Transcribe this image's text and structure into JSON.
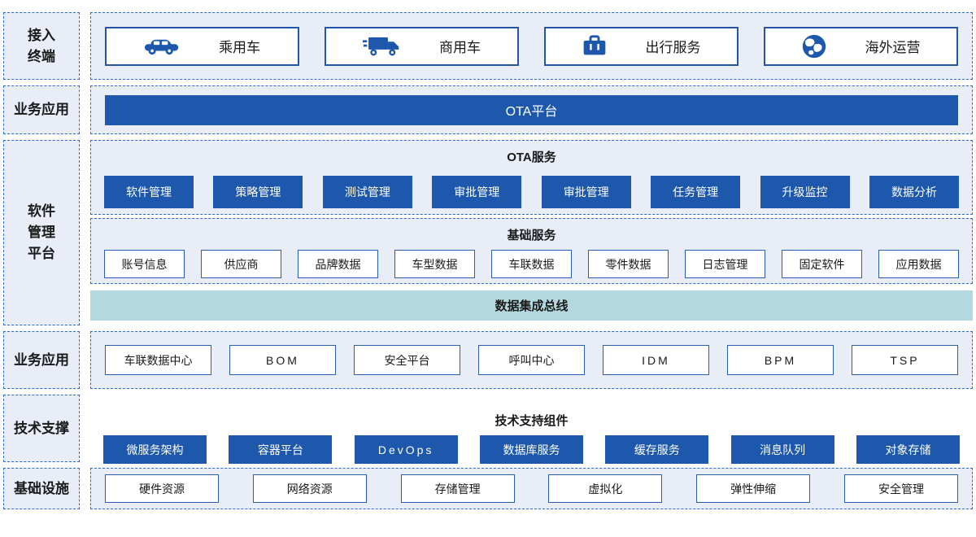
{
  "colors": {
    "dashed_border": "#2e6bd0",
    "panel_bg": "#e8edf8",
    "solid_blue": "#1d58ad",
    "bus_bg": "#b3d9df"
  },
  "access": {
    "label_lines": [
      "接入",
      "终端"
    ],
    "cards": [
      {
        "icon": "car-icon",
        "label": "乘用车"
      },
      {
        "icon": "truck-icon",
        "label": "商用车"
      },
      {
        "icon": "briefcase-icon",
        "label": "出行服务"
      },
      {
        "icon": "globe-icon",
        "label": "海外运营"
      }
    ]
  },
  "ota_platform": {
    "label": "业务应用",
    "banner": "OTA平台"
  },
  "software_mgmt": {
    "label_lines": [
      "软件",
      "管理",
      "平台"
    ],
    "ota_services": {
      "title": "OTA服务",
      "items": [
        "软件管理",
        "策略管理",
        "测试管理",
        "审批管理",
        "审批管理",
        "任务管理",
        "升级监控",
        "数据分析"
      ]
    },
    "basic_services": {
      "title": "基础服务",
      "items": [
        "账号信息",
        "供应商",
        "品牌数据",
        "车型数据",
        "车联数据",
        "零件数据",
        "日志管理",
        "固定软件",
        "应用数据"
      ]
    },
    "bus": "数据集成总线"
  },
  "business_apps": {
    "label": "业务应用",
    "items": [
      "车联数据中心",
      "BOM",
      "安全平台",
      "呼叫中心",
      "IDM",
      "BPM",
      "TSP"
    ]
  },
  "tech_support": {
    "label": "技术支撑",
    "title": "技术支持组件",
    "items": [
      "微服务架构",
      "容器平台",
      "DevOps",
      "数据库服务",
      "缓存服务",
      "消息队列",
      "对象存储"
    ]
  },
  "infrastructure": {
    "label": "基础设施",
    "items": [
      "硬件资源",
      "网络资源",
      "存储管理",
      "虚拟化",
      "弹性伸缩",
      "安全管理"
    ]
  }
}
